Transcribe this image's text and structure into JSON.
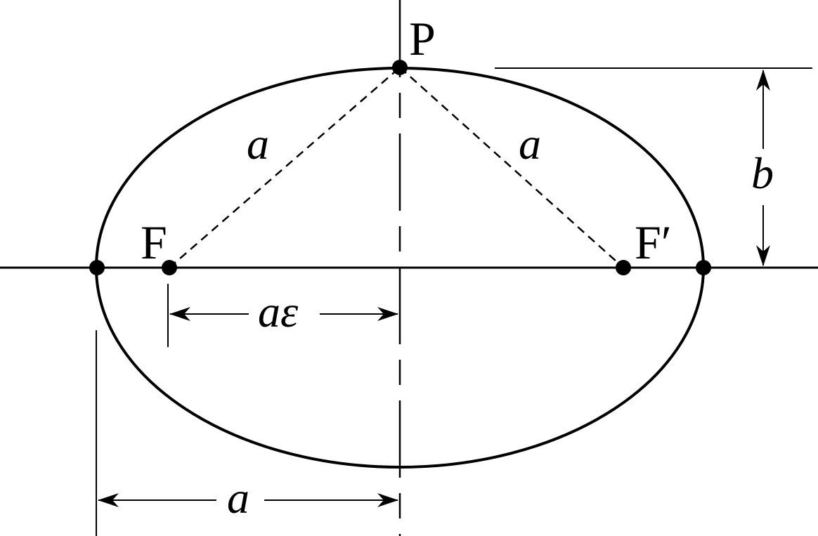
{
  "diagram": {
    "colors": {
      "stroke": "#000000",
      "background": "#ffffff"
    },
    "points": {
      "p": "P",
      "f": "F",
      "f_prime": "F′"
    },
    "labels": {
      "pf_distance": "a",
      "pf_prime_distance": "a",
      "semi_minor": "b",
      "focal_offset": "aε",
      "semi_major": "a"
    }
  }
}
